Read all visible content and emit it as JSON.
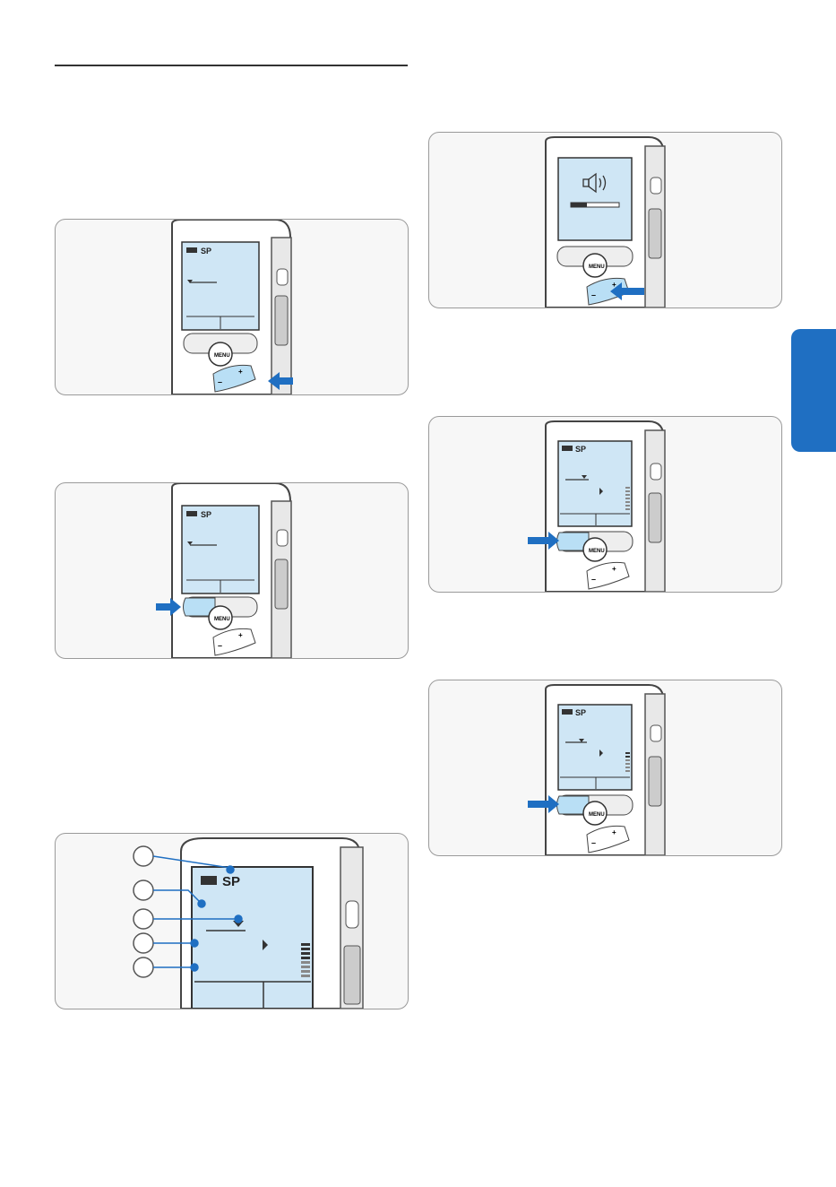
{
  "document": {
    "theme": {
      "accent": "#1f6fc2",
      "screen": "#cfe6f5",
      "arrow": "#1f6fc2"
    }
  },
  "device": {
    "mode_label": "SP",
    "menu_label": "MENU",
    "plus_symbol": "+",
    "minus_symbol": "–"
  },
  "figures": [
    {
      "name": "volume-down-screen",
      "icons": [
        "battery-icon",
        "volume-icon",
        "arrow-icon"
      ]
    },
    {
      "name": "volume-screen",
      "icons": [
        "speaker-icon",
        "volume-bar"
      ]
    },
    {
      "name": "left-function-key",
      "icons": [
        "arrow-icon"
      ]
    },
    {
      "name": "level-meter-screen",
      "icons": [
        "arrow-icon"
      ]
    },
    {
      "name": "level-meter-low",
      "icons": [
        "arrow-icon"
      ]
    }
  ],
  "legend": {
    "count": 5
  }
}
